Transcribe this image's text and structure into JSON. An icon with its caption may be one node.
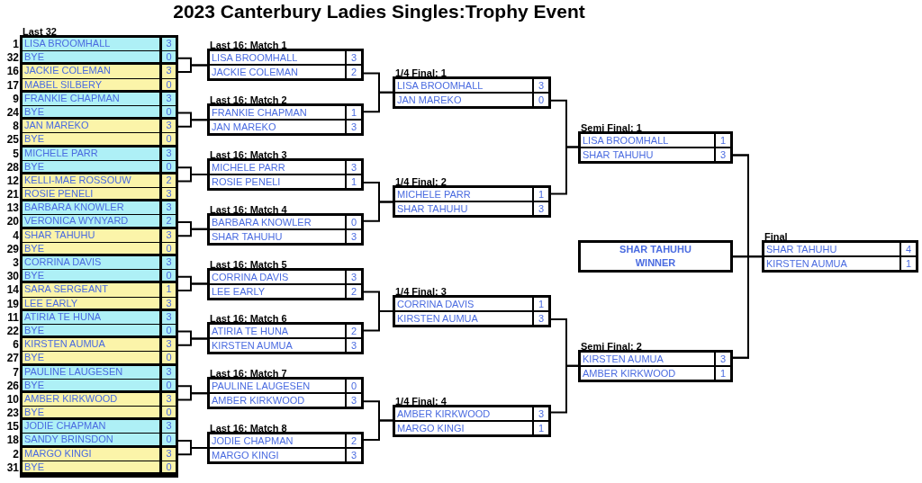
{
  "diagram": {
    "title": "2023 Canterbury Ladies Singles:Trophy Event",
    "nodes": [
      {
        "text": [
          "Last 32"
        ]
      },
      {
        "text": [
          "LISA BROOMHALL",
          "3"
        ],
        "in": 0,
        "beside": [
          "1"
        ]
      },
      {
        "text": [
          "BYE",
          "0"
        ],
        "in": 0,
        "beside": [
          "32"
        ]
      },
      {
        "text": [
          "JACKIE COLEMAN",
          "3"
        ],
        "in": 0,
        "beside": [
          "16"
        ]
      },
      {
        "text": [
          "MABEL SILBERY",
          "0"
        ],
        "in": 0,
        "beside": [
          "17"
        ]
      },
      {
        "text": [
          "FRANKIE CHAPMAN",
          "3"
        ],
        "in": 0,
        "beside": [
          "9"
        ]
      },
      {
        "text": [
          "BYE",
          "0"
        ],
        "in": 0,
        "beside": [
          "24"
        ]
      },
      {
        "text": [
          "JAN MAREKO",
          "3"
        ],
        "in": 0,
        "beside": [
          "8"
        ]
      },
      {
        "text": [
          "BYE",
          "0"
        ],
        "in": 0,
        "beside": [
          "25"
        ]
      },
      {
        "text": [
          "MICHELE PARR",
          "3"
        ],
        "in": 0,
        "beside": [
          "5"
        ]
      },
      {
        "text": [
          "BYE",
          "0"
        ],
        "in": 0,
        "beside": [
          "28"
        ]
      },
      {
        "text": [
          "KELLI-MAE ROSSOUW",
          "2"
        ],
        "in": 0,
        "beside": [
          "12"
        ]
      },
      {
        "text": [
          "ROSIE PENELI",
          "3"
        ],
        "in": 0,
        "beside": [
          "21"
        ]
      },
      {
        "text": [
          "BARBARA KNOWLER",
          "3"
        ],
        "in": 0,
        "beside": [
          "13"
        ]
      },
      {
        "text": [
          "VERONICA WYNYARD",
          "2"
        ],
        "in": 0,
        "beside": [
          "20"
        ]
      },
      {
        "text": [
          "SHAR TAHUHU",
          "3"
        ],
        "in": 0,
        "beside": [
          "4"
        ]
      },
      {
        "text": [
          "BYE",
          "0"
        ],
        "in": 0,
        "beside": [
          "29"
        ]
      },
      {
        "text": [
          "CORRINA DAVIS",
          "3"
        ],
        "in": 0,
        "beside": [
          "3"
        ]
      },
      {
        "text": [
          "BYE",
          "0"
        ],
        "in": 0,
        "beside": [
          "30"
        ]
      },
      {
        "text": [
          "SARA SERGEANT",
          "1"
        ],
        "in": 0,
        "beside": [
          "14"
        ]
      },
      {
        "text": [
          "LEE EARLY",
          "3"
        ],
        "in": 0,
        "beside": [
          "19"
        ]
      },
      {
        "text": [
          "ATIRIA TE HUNA",
          "3"
        ],
        "in": 0,
        "beside": [
          "11"
        ]
      },
      {
        "text": [
          "BYE",
          "0"
        ],
        "in": 0,
        "beside": [
          "22"
        ]
      },
      {
        "text": [
          "KIRSTEN AUMUA",
          "3"
        ],
        "in": 0,
        "beside": [
          "6"
        ]
      },
      {
        "text": [
          "BYE",
          "0"
        ],
        "in": 0,
        "beside": [
          "27"
        ]
      },
      {
        "text": [
          "PAULINE LAUGESEN",
          "3"
        ],
        "in": 0,
        "beside": [
          "7"
        ]
      },
      {
        "text": [
          "BYE",
          "0"
        ],
        "in": 0,
        "beside": [
          "26"
        ]
      },
      {
        "text": [
          "AMBER KIRKWOOD",
          "3"
        ],
        "in": 0,
        "beside": [
          "10"
        ]
      },
      {
        "text": [
          "BYE",
          "0"
        ],
        "in": 0,
        "beside": [
          "23"
        ]
      },
      {
        "text": [
          "JODIE CHAPMAN",
          "3"
        ],
        "in": 0,
        "beside": [
          "15"
        ]
      },
      {
        "text": [
          "SANDY BRINSDON",
          "0"
        ],
        "in": 0,
        "beside": [
          "18"
        ]
      },
      {
        "text": [
          "MARGO KINGI",
          "3"
        ],
        "in": 0,
        "beside": [
          "2"
        ]
      },
      {
        "text": [
          "BYE",
          "0"
        ],
        "in": 0,
        "beside": [
          "31"
        ]
      },
      {
        "text": [
          "Last 16: Match 1",
          "LISA BROOMHALL",
          "3",
          "JACKIE COLEMAN",
          "2"
        ]
      },
      {
        "text": [
          "Last 16: Match 2",
          "FRANKIE CHAPMAN",
          "1",
          "JAN MAREKO",
          "3"
        ]
      },
      {
        "text": [
          "Last 16: Match 3",
          "MICHELE PARR",
          "3",
          "ROSIE PENELI",
          "1"
        ]
      },
      {
        "text": [
          "Last 16: Match 4",
          "BARBARA KNOWLER",
          "0",
          "SHAR TAHUHU",
          "3"
        ]
      },
      {
        "text": [
          "Last 16: Match 5",
          "CORRINA DAVIS",
          "3",
          "LEE EARLY",
          "2"
        ]
      },
      {
        "text": [
          "Last 16: Match 6",
          "ATIRIA TE HUNA",
          "2",
          "KIRSTEN AUMUA",
          "3"
        ]
      },
      {
        "text": [
          "Last 16: Match 7",
          "PAULINE LAUGESEN",
          "0",
          "AMBER KIRKWOOD",
          "3"
        ]
      },
      {
        "text": [
          "Last 16: Match 8",
          "JODIE CHAPMAN",
          "2",
          "MARGO KINGI",
          "3"
        ]
      },
      {
        "text": [
          "1/4 Final: 1",
          "LISA BROOMHALL",
          "3",
          "JAN MAREKO",
          "0"
        ]
      },
      {
        "text": [
          "1/4 Final: 2",
          "MICHELE PARR",
          "1",
          "SHAR TAHUHU",
          "3"
        ]
      },
      {
        "text": [
          "1/4 Final: 3",
          "CORRINA DAVIS",
          "1",
          "KIRSTEN AUMUA",
          "3"
        ]
      },
      {
        "text": [
          "1/4 Final: 4",
          "AMBER KIRKWOOD",
          "3",
          "MARGO KINGI",
          "1"
        ]
      },
      {
        "text": [
          "Semi Final: 1",
          "LISA BROOMHALL",
          "1",
          "SHAR TAHUHU",
          "3"
        ]
      },
      {
        "text": [
          "Semi Final: 2",
          "KIRSTEN AUMUA",
          "3",
          "AMBER KIRKWOOD",
          "1"
        ]
      },
      {
        "text": [
          "SHAR TAHUHU",
          "WINNER"
        ]
      },
      {
        "text": [
          "Final",
          "SHAR TAHUHU",
          "4",
          "KIRSTEN AUMUA",
          "1"
        ]
      }
    ],
    "edges": [
      {
        "from": 2,
        "to": 33,
        "arrow": "none"
      },
      {
        "from": 3,
        "to": 33,
        "arrow": "none"
      },
      {
        "from": 6,
        "to": 34,
        "arrow": "none"
      },
      {
        "from": 7,
        "to": 34,
        "arrow": "none"
      },
      {
        "from": 10,
        "to": 35,
        "arrow": "none"
      },
      {
        "from": 11,
        "to": 35,
        "arrow": "none"
      },
      {
        "from": 14,
        "to": 36,
        "arrow": "none"
      },
      {
        "from": 15,
        "to": 36,
        "arrow": "none"
      },
      {
        "from": 18,
        "to": 37,
        "arrow": "none"
      },
      {
        "from": 19,
        "to": 37,
        "arrow": "none"
      },
      {
        "from": 22,
        "to": 38,
        "arrow": "none"
      },
      {
        "from": 23,
        "to": 38,
        "arrow": "none"
      },
      {
        "from": 26,
        "to": 39,
        "arrow": "none"
      },
      {
        "from": 27,
        "to": 39,
        "arrow": "none"
      },
      {
        "from": 30,
        "to": 40,
        "arrow": "none"
      },
      {
        "from": 31,
        "to": 40,
        "arrow": "none"
      },
      {
        "from": 33,
        "to": 41,
        "arrow": "none"
      },
      {
        "from": 34,
        "to": 41,
        "arrow": "none"
      },
      {
        "from": 35,
        "to": 42,
        "arrow": "none"
      },
      {
        "from": 36,
        "to": 42,
        "arrow": "none"
      },
      {
        "from": 37,
        "to": 43,
        "arrow": "none"
      },
      {
        "from": 38,
        "to": 43,
        "arrow": "none"
      },
      {
        "from": 39,
        "to": 44,
        "arrow": "none"
      },
      {
        "from": 40,
        "to": 44,
        "arrow": "none"
      },
      {
        "from": 41,
        "to": 45,
        "arrow": "none"
      },
      {
        "from": 42,
        "to": 45,
        "arrow": "none"
      },
      {
        "from": 43,
        "to": 46,
        "arrow": "none"
      },
      {
        "from": 44,
        "to": 46,
        "arrow": "none"
      },
      {
        "from": 45,
        "to": 47,
        "arrow": "none"
      },
      {
        "from": 46,
        "to": 47,
        "arrow": "none"
      },
      {
        "from": 45,
        "to": 48,
        "arrow": "none"
      },
      {
        "from": 46,
        "to": 48,
        "arrow": "none"
      }
    ]
  }
}
